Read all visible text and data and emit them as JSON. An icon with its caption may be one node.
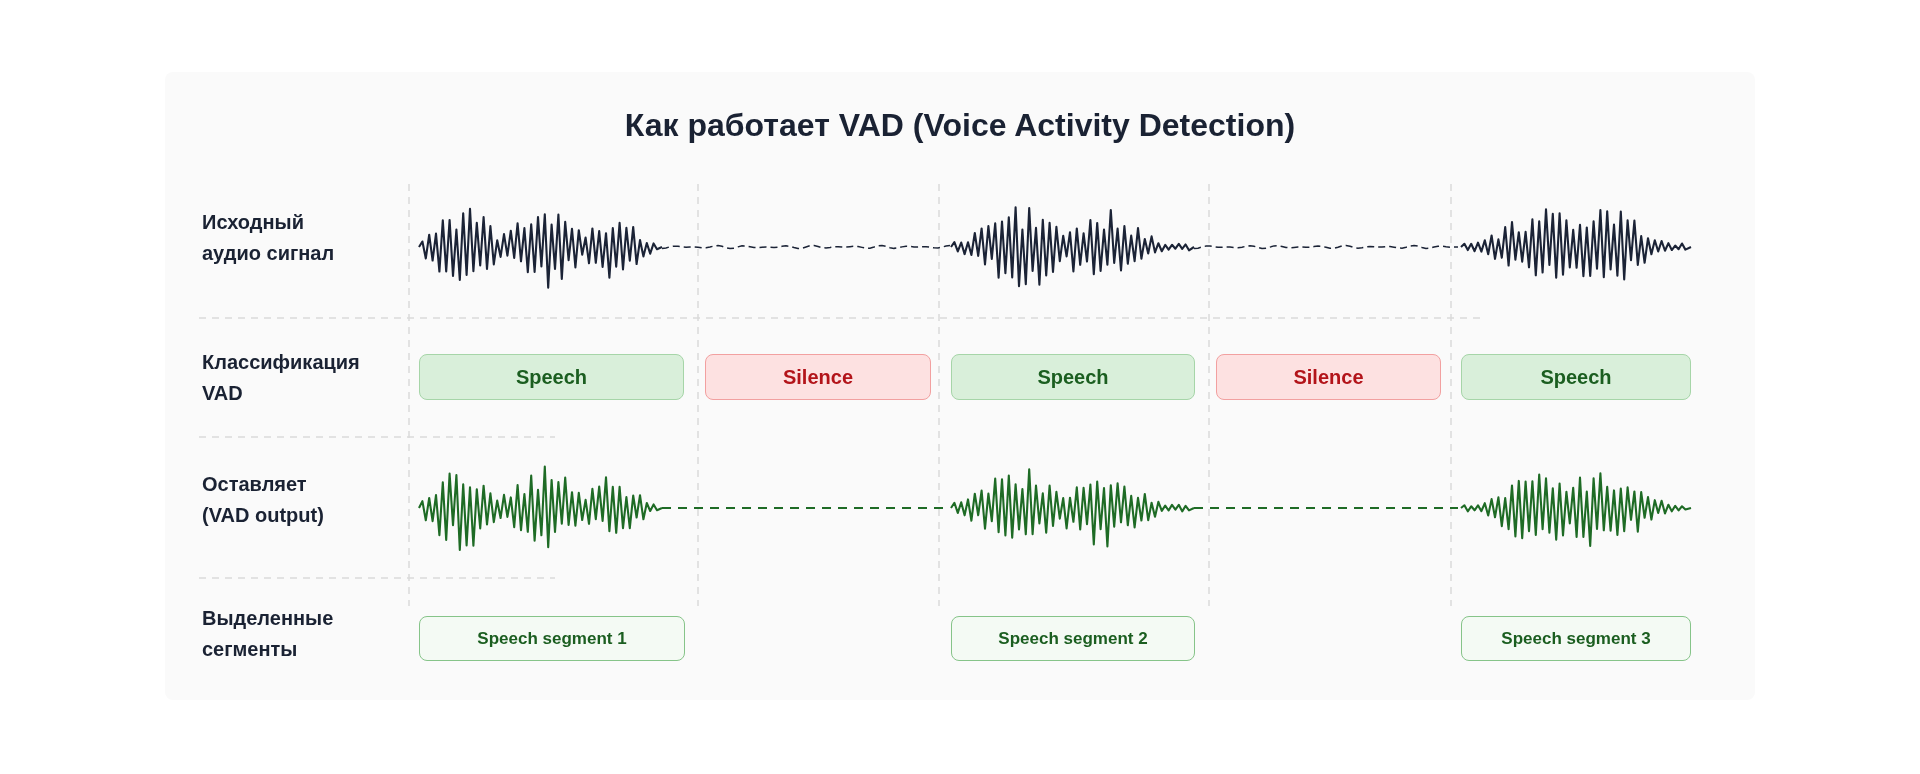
{
  "diagram": {
    "title": "Как работает VAD (Voice Activity Detection)",
    "nodes": [
      {
        "text": [
          "Speech"
        ]
      },
      {
        "text": [
          "Silence"
        ]
      },
      {
        "text": [
          "Speech"
        ]
      },
      {
        "text": [
          "Silence"
        ]
      },
      {
        "text": [
          "Speech"
        ]
      },
      {
        "text": [
          "Speech segment 1"
        ]
      },
      {
        "text": [
          "Speech segment 2"
        ]
      },
      {
        "text": [
          "Speech segment 3"
        ]
      }
    ],
    "labels": [
      "Исходный аудио сигнал",
      "Классификация VAD",
      "Оставляет (VAD output)",
      "Выделенные сегменты"
    ]
  }
}
